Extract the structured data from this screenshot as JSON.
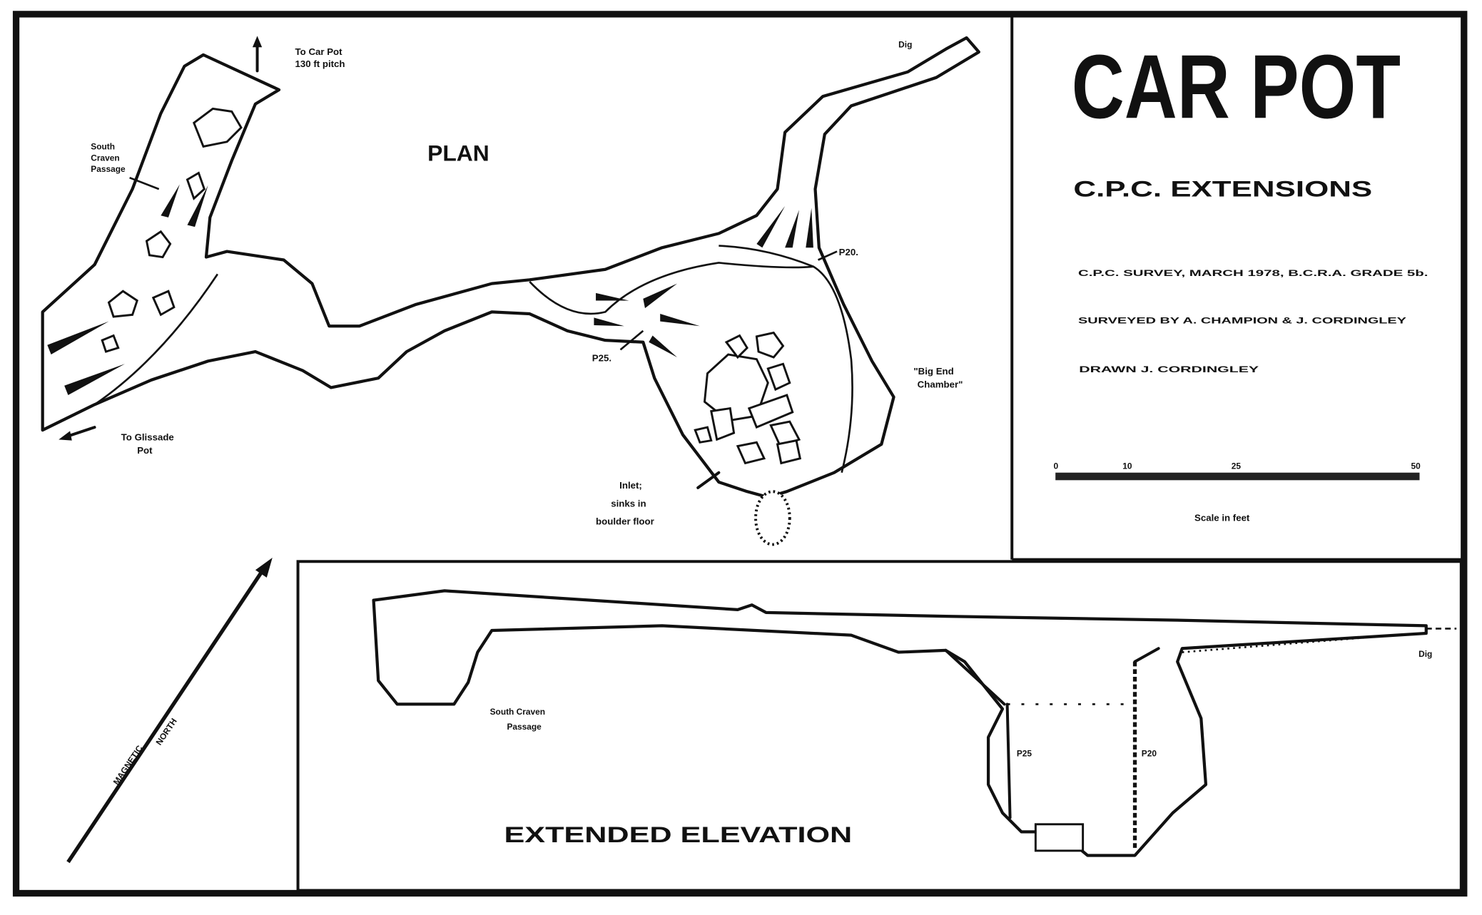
{
  "title": "CAR POT",
  "subtitle": "C.P.C.   EXTENSIONS",
  "survey_info": {
    "survey_line": "C.P.C.   SURVEY, MARCH 1978, B.C.R.A. GRADE 5b.",
    "surveyed_by": "SURVEYED BY A. CHAMPION & J. CORDINGLEY",
    "drawn_by": "DRAWN     J. CORDINGLEY"
  },
  "scale_bar": {
    "ticks": [
      "0",
      "10",
      "25",
      "50"
    ],
    "caption": "Scale in feet"
  },
  "plan": {
    "heading": "PLAN",
    "labels": {
      "to_car_pot_1": "To Car  Pot",
      "to_car_pot_2": "130 ft   pitch",
      "south_craven_1": "South",
      "south_craven_2": "Craven",
      "south_craven_3": "Passage",
      "to_glissade_1": "To Glissade",
      "to_glissade_2": "Pot",
      "p25": "P25.",
      "p20": "P20.",
      "dig": "Dig",
      "big_end_1": "\"Big End",
      "big_end_2": "Chamber\"",
      "inlet_1": "Inlet;",
      "inlet_2": "sinks in",
      "inlet_3": "boulder floor"
    }
  },
  "north_arrow": {
    "label_1": "MAGNETIC",
    "label_2": "NORTH"
  },
  "elevation": {
    "heading": "EXTENDED   ELEVATION",
    "labels": {
      "south_craven_1": "South Craven",
      "south_craven_2": "Passage",
      "p25": "P25",
      "p20": "P20",
      "dig": "Dig"
    }
  }
}
